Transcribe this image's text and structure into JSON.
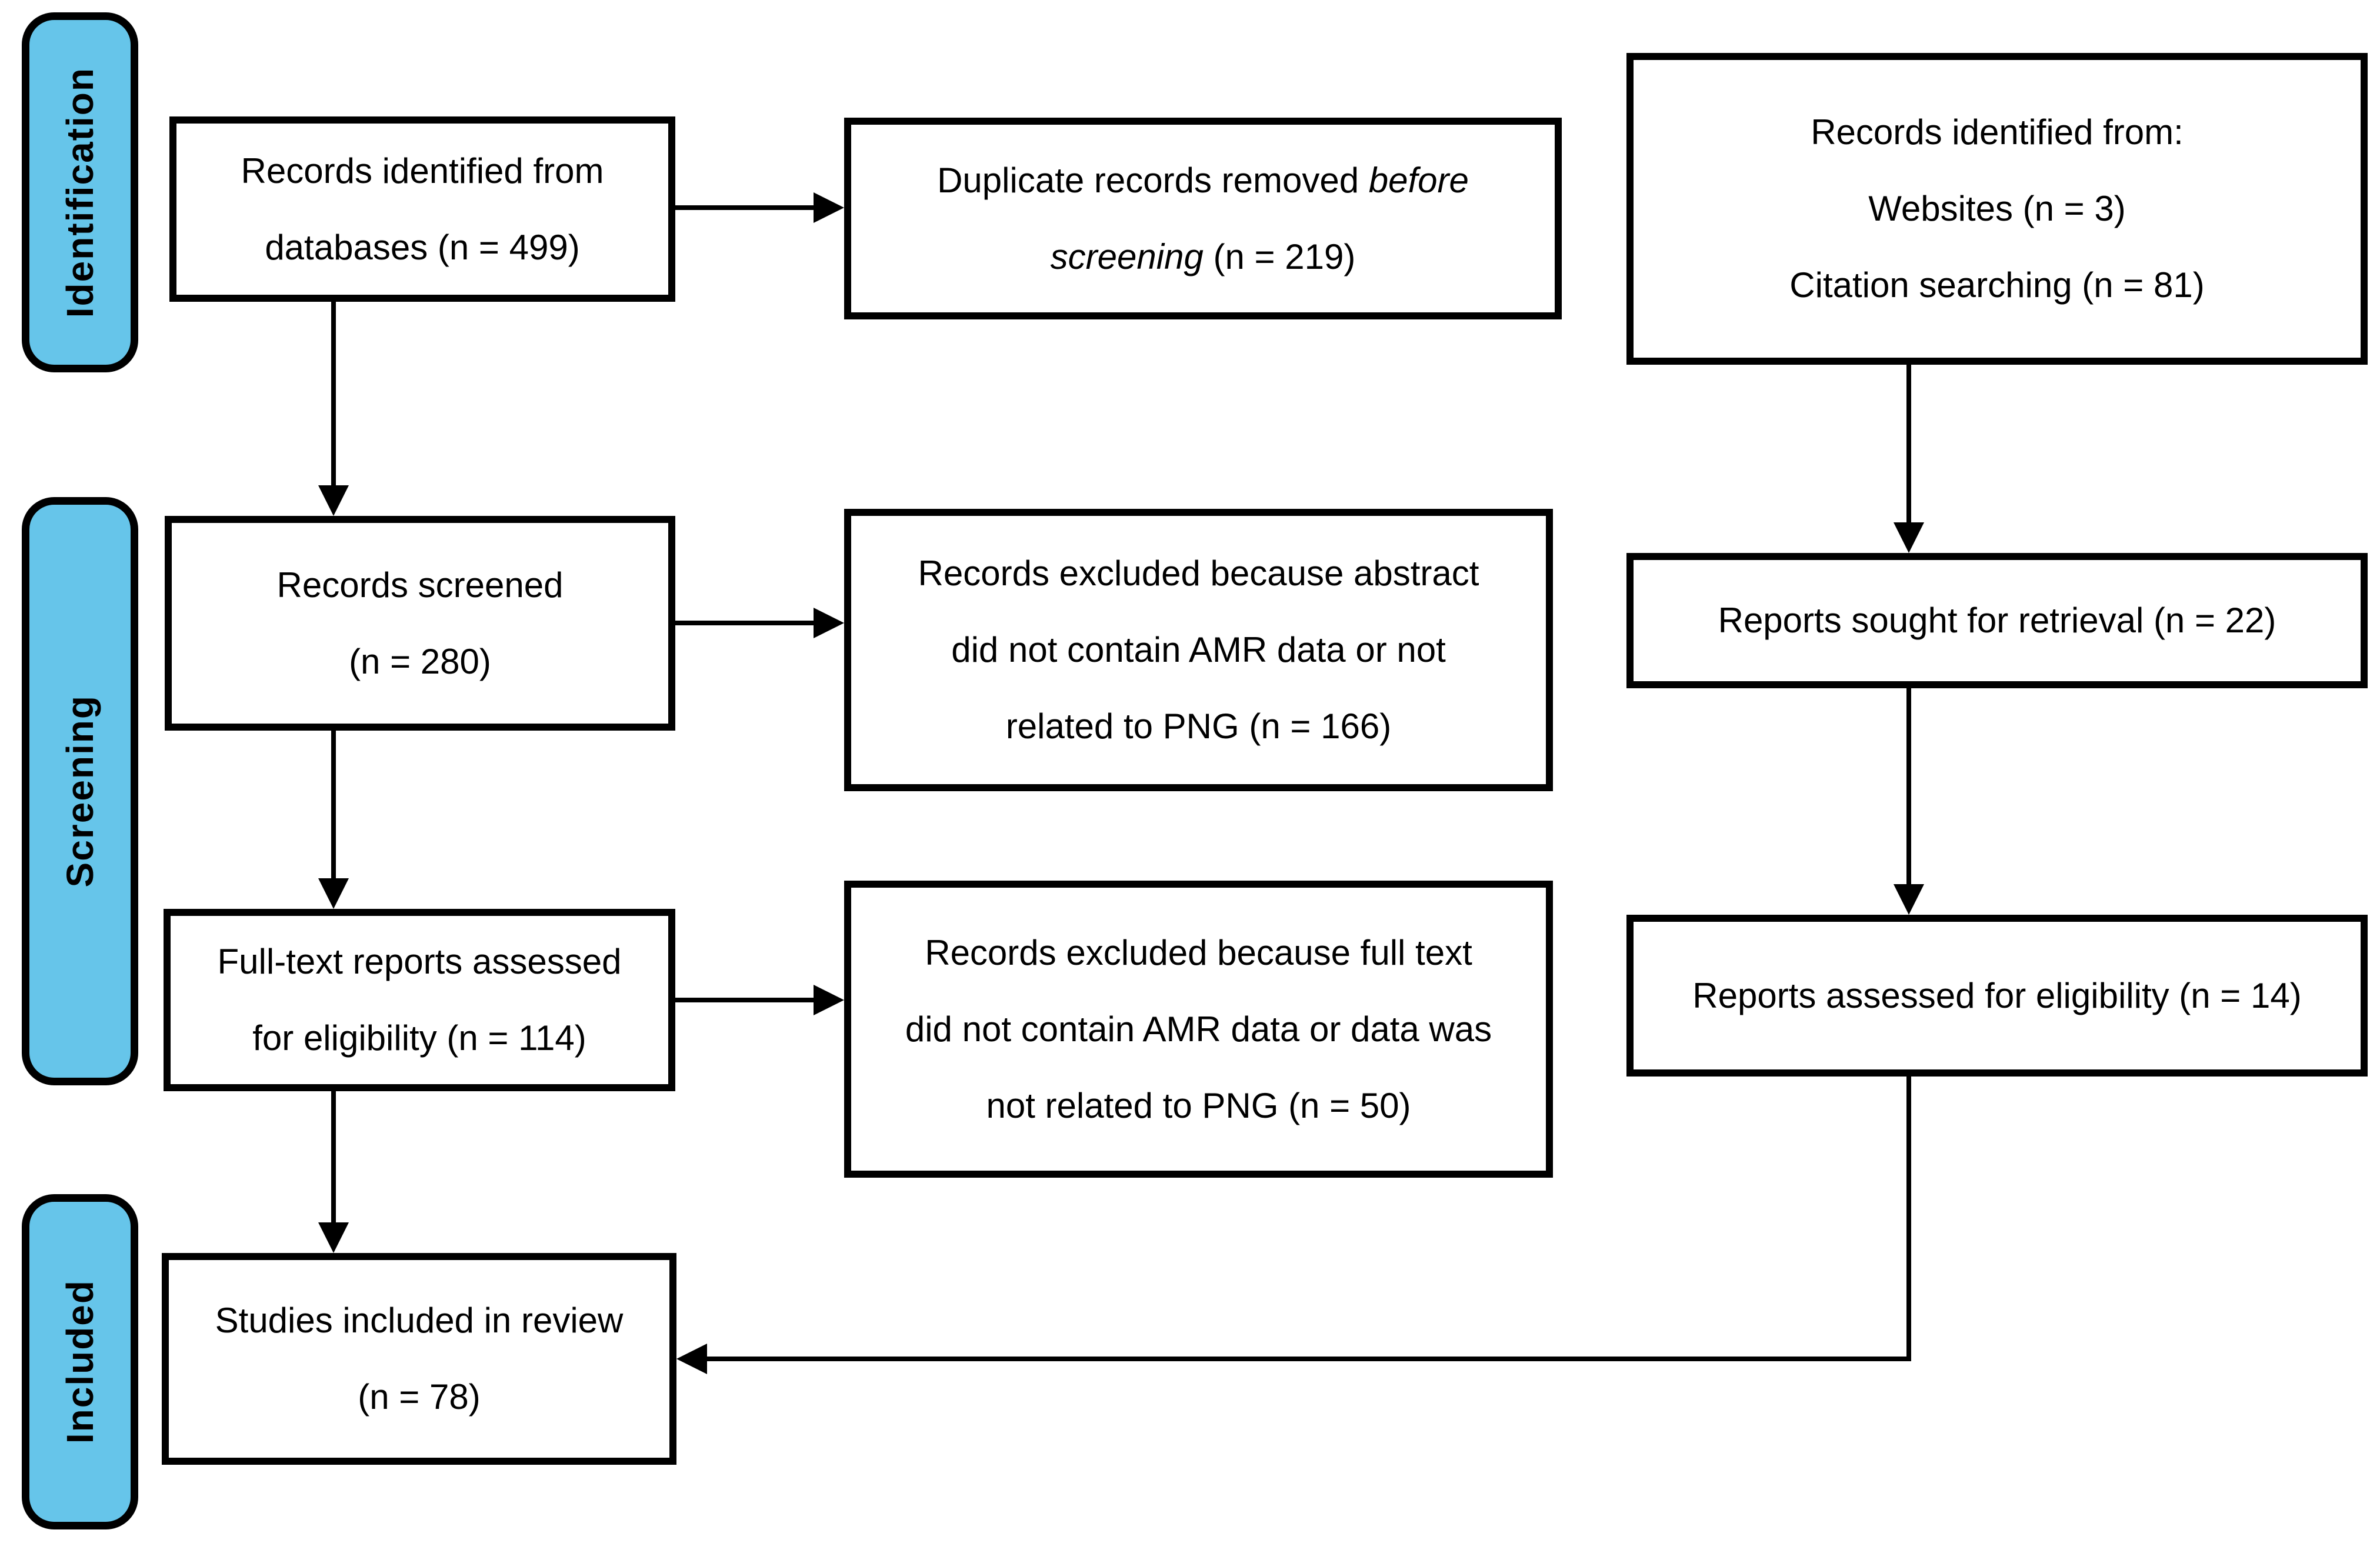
{
  "diagram": {
    "stages": {
      "identification": "Identification",
      "screening": "Screening",
      "included": "Included"
    },
    "colors": {
      "stage_fill": "#66C5EA",
      "line": "#000000",
      "box_fill": "#FFFFFF"
    },
    "boxes": {
      "db_identified": {
        "lines": [
          "Records identified from",
          "databases (n = 499)"
        ]
      },
      "duplicates_removed": {
        "line1_normal": "Duplicate records removed ",
        "line1_italic": "before",
        "line2_italic": "screening",
        "line2_normal": " (n = 219)"
      },
      "other_identified": {
        "lines": [
          "Records identified from:",
          "Websites (n = 3)",
          "Citation searching (n = 81)"
        ]
      },
      "records_screened": {
        "lines": [
          "Records screened",
          "(n = 280)"
        ]
      },
      "excluded_abstract": {
        "lines": [
          "Records excluded because abstract",
          "did not contain AMR data or not",
          "related to PNG (n = 166)"
        ]
      },
      "reports_sought": {
        "lines": [
          "Reports sought for retrieval (n = 22)"
        ]
      },
      "fulltext_assessed": {
        "lines": [
          "Full-text reports assessed",
          "for eligibility (n = 114)"
        ]
      },
      "excluded_fulltext": {
        "lines": [
          "Records excluded because full text",
          "did not contain AMR data or data was",
          "not related to PNG (n = 50)"
        ]
      },
      "reports_assessed": {
        "lines": [
          "Reports assessed for eligibility (n = 14)"
        ]
      },
      "studies_included": {
        "lines": [
          "Studies included in review",
          "(n = 78)"
        ]
      }
    }
  }
}
